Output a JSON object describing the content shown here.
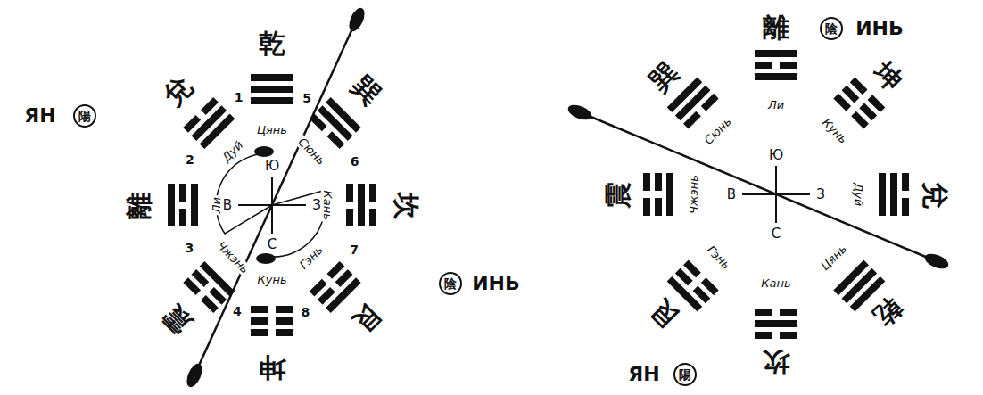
{
  "diagram": {
    "nodes": [
      {
        "text": [
          "陽"
        ]
      },
      {
        "text": [
          "陰"
        ]
      },
      {
        "text": [
          "陰"
        ]
      },
      {
        "text": [
          "陽"
        ]
      }
    ],
    "labels": [
      "乾",
      "1",
      "Цянь",
      "兌",
      "2",
      "Дуй",
      "離",
      "3",
      "Ли",
      "震",
      "4",
      "Чжэнь",
      "Кунь",
      "8",
      "坤",
      "Гэнь",
      "7",
      "艮",
      "Кань",
      "6",
      "坎",
      "Сюнь",
      "5",
      "巽",
      "ЯН",
      "ИНЬ",
      "Ю",
      "В",
      "З",
      "С",
      "離",
      "Ли",
      "坤",
      "Кунь",
      "兌",
      "Дуй",
      "乾",
      "Цянь",
      "坎",
      "Кань",
      "艮",
      "Гэнь",
      "震",
      "Чжэнь",
      "巽",
      "Сюнь",
      "ИНЬ",
      "ЯН",
      "Ю",
      "В",
      "З",
      "С"
    ]
  }
}
